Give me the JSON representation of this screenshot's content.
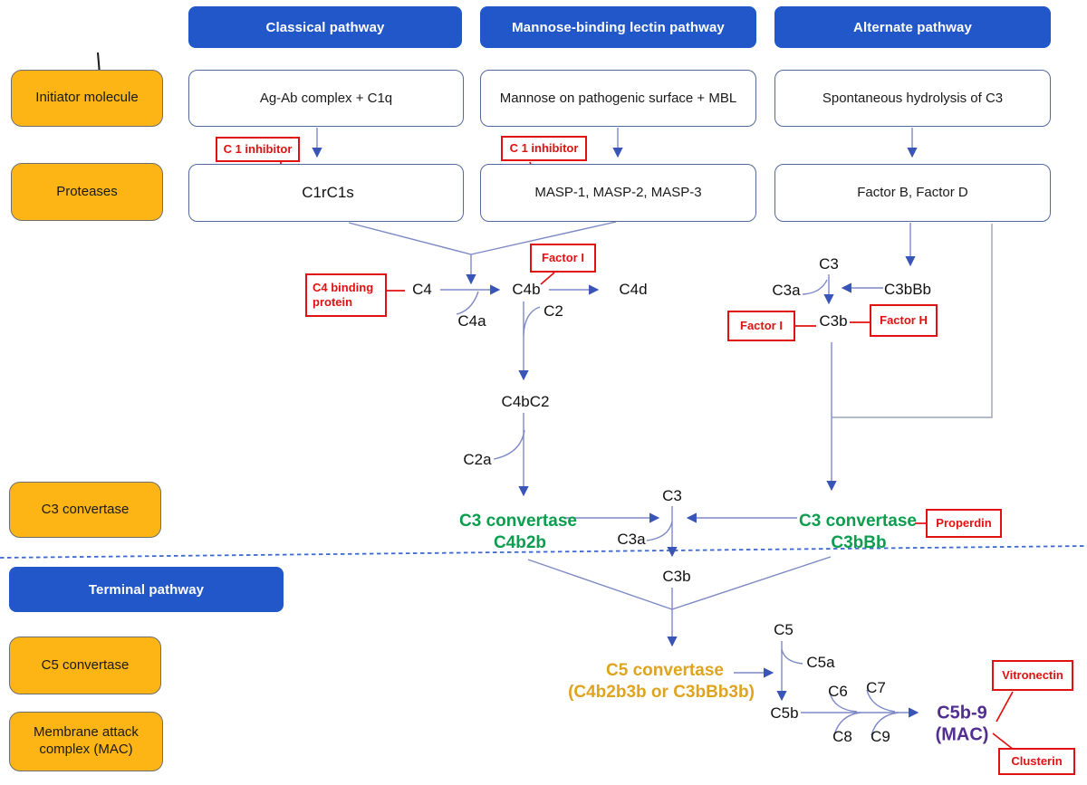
{
  "headers": {
    "classical": "Classical pathway",
    "mbl": "Mannose-binding lectin pathway",
    "alternate": "Alternate pathway",
    "terminal": "Terminal pathway"
  },
  "row_labels": {
    "initiator": "Initiator molecule",
    "proteases": "Proteases",
    "c3_convertase": "C3 convertase",
    "c5_convertase": "C5 convertase",
    "mac": "Membrane attack complex (MAC)"
  },
  "initiators": {
    "classical": "Ag-Ab complex + C1q",
    "mbl": "Mannose on pathogenic surface + MBL",
    "alternate": "Spontaneous hydrolysis of C3"
  },
  "proteases": {
    "classical": "C1rC1s",
    "mbl": "MASP-1, MASP-2, MASP-3",
    "alternate": "Factor B, Factor D"
  },
  "regulators": {
    "c1_inhibitor_classical": "C 1 inhibitor",
    "c1_inhibitor_mbl": "C 1 inhibitor",
    "c4_binding_protein": "C4 binding protein",
    "factor_i_classical": "Factor I",
    "factor_i_alternate": "Factor I",
    "factor_h": "Factor H",
    "properdin": "Properdin",
    "vitronectin": "Vitronectin",
    "clusterin": "Clusterin"
  },
  "molecules": {
    "c4": "C4",
    "c4a": "C4a",
    "c4b": "C4b",
    "c4d": "C4d",
    "c2": "C2",
    "c4bc2": "C4bC2",
    "c2a": "C2a",
    "c3_left": "C3",
    "c3a_left": "C3a",
    "c3b_left": "C3b",
    "c3_right": "C3",
    "c3a_right": "C3a",
    "c3bbb": "C3bBb",
    "c3b_right": "C3b",
    "c5": "C5",
    "c5a": "C5a",
    "c5b": "C5b",
    "c6": "C6",
    "c7": "C7",
    "c8": "C8",
    "c9": "C9"
  },
  "convertases": {
    "c3_left_line1": "C3 convertase",
    "c3_left_line2": "C4b2b",
    "c3_right_line1": "C3 convertase",
    "c3_right_line2": "C3bBb",
    "c5_line1": "C5 convertase",
    "c5_line2": "(C4b2b3b or C3bBb3b)",
    "mac_line1": "C5b-9",
    "mac_line2": "(MAC)"
  },
  "colors": {
    "blue": "#2157c8",
    "yellow": "#fcb515",
    "red": "#e21111",
    "green": "#0c9d4e",
    "orange": "#dfa41f",
    "purple": "#522e91",
    "connector": "#7d89c6",
    "arrowhead": "#3a55b8",
    "dashed": "#4169c9"
  }
}
